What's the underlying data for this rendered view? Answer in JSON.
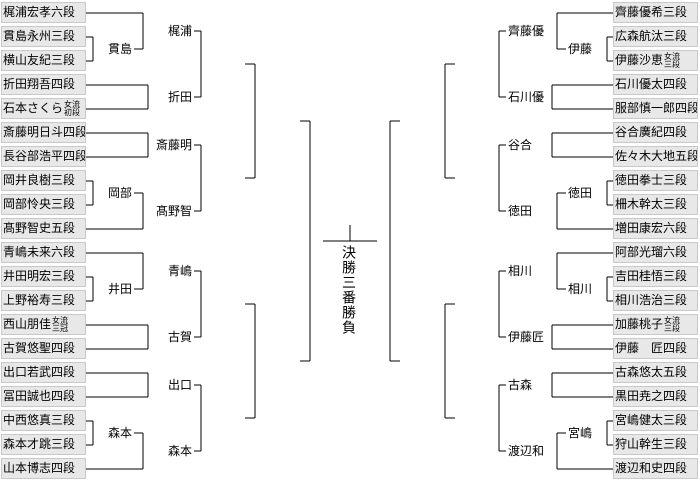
{
  "center": {
    "final_label": "決勝三番勝負"
  },
  "left": {
    "players": [
      {
        "name": "梶浦宏孝六段"
      },
      {
        "name": "貫島永州三段"
      },
      {
        "name": "横山友紀三段"
      },
      {
        "name": "折田翔吾四段"
      },
      {
        "name": "石本さくら",
        "small": [
          "女流",
          "初段"
        ]
      },
      {
        "name": "斎藤明日斗四段"
      },
      {
        "name": "長谷部浩平四段"
      },
      {
        "name": "岡井良樹三段"
      },
      {
        "name": "岡部怜央三段"
      },
      {
        "name": "髙野智史五段"
      },
      {
        "name": "青嶋未来六段"
      },
      {
        "name": "井田明宏三段"
      },
      {
        "name": "上野裕寿三段"
      },
      {
        "name": "西山朋佳",
        "small": [
          "女流",
          "三冠"
        ]
      },
      {
        "name": "古賀悠聖四段"
      },
      {
        "name": "出口若武四段"
      },
      {
        "name": "冨田誠也四段"
      },
      {
        "name": "中西悠真三段"
      },
      {
        "name": "森本才跳三段"
      },
      {
        "name": "山本博志四段"
      }
    ],
    "round1_winners": [
      "貫島",
      "岡部",
      "井田",
      "森本"
    ],
    "round2_winners": [
      "梶浦",
      "折田",
      "斎藤明",
      "髙野智",
      "青嶋",
      "古賀",
      "出口",
      "森本"
    ]
  },
  "right": {
    "players": [
      {
        "name": "齊藤優希三段"
      },
      {
        "name": "広森航汰三段"
      },
      {
        "name": "伊藤沙恵",
        "small": [
          "女流",
          "三段"
        ]
      },
      {
        "name": "石川優太四段"
      },
      {
        "name": "服部慎一郎四段"
      },
      {
        "name": "谷合廣紀四段"
      },
      {
        "name": "佐々木大地五段"
      },
      {
        "name": "徳田拳士三段"
      },
      {
        "name": "柵木幹太三段"
      },
      {
        "name": "増田康宏六段"
      },
      {
        "name": "阿部光瑠六段"
      },
      {
        "name": "吉田桂悟三段"
      },
      {
        "name": "相川浩治三段"
      },
      {
        "name": "加藤桃子",
        "small": [
          "女流",
          "三段"
        ]
      },
      {
        "name": "伊藤　匠四段"
      },
      {
        "name": "古森悠太五段"
      },
      {
        "name": "黒田尭之四段"
      },
      {
        "name": "宮嶋健太三段"
      },
      {
        "name": "狩山幹生三段"
      },
      {
        "name": "渡辺和史四段"
      }
    ],
    "round1_winners": [
      "伊藤",
      "徳田",
      "相川",
      "宮嶋"
    ],
    "round2_winners": [
      "齊藤優",
      "石川優",
      "谷合",
      "徳田",
      "相川",
      "伊藤匠",
      "古森",
      "渡辺和"
    ]
  }
}
